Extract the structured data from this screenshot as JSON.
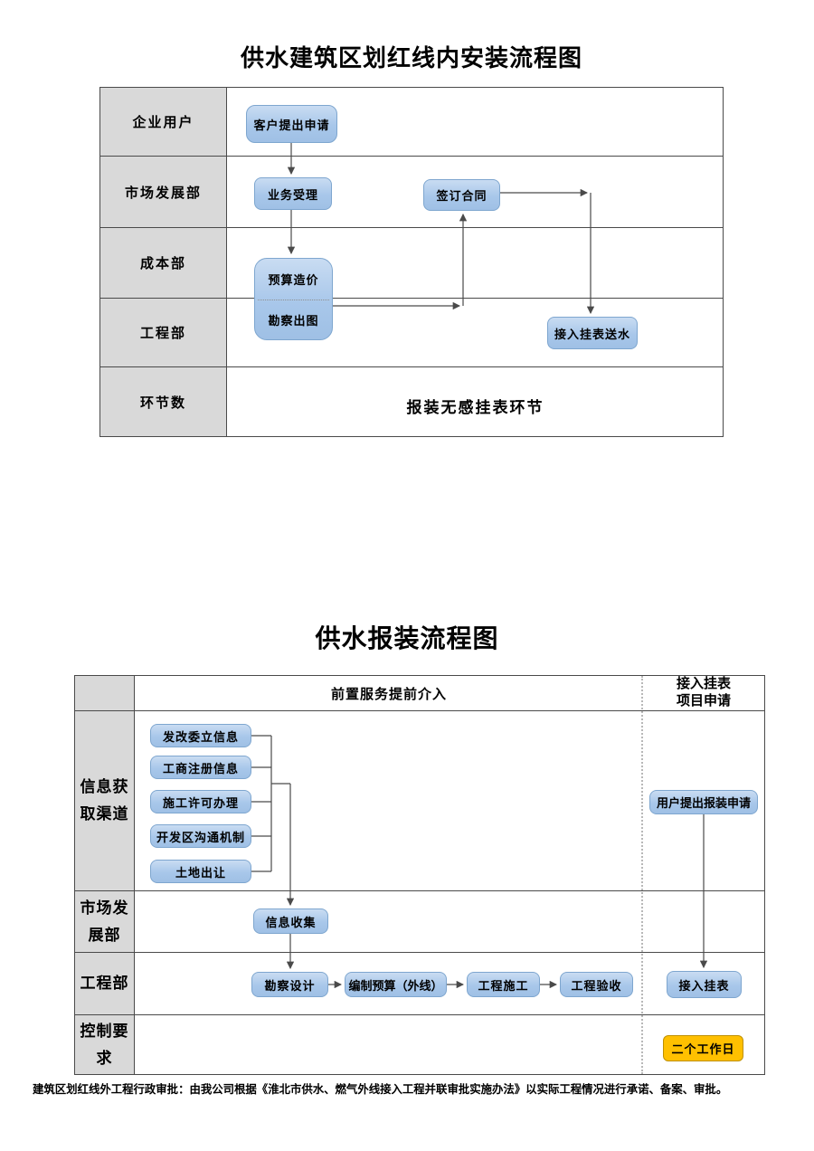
{
  "colors": {
    "node_fill": "#a8c7ea",
    "node_border": "#7ea6cf",
    "lane_label_bg": "#d9d9d9",
    "table_border": "#4a4a4a",
    "highlight_fill": "#ffc000",
    "dashed_divider": "#b8b8b8"
  },
  "chart1": {
    "title": "供水建筑区划红线内安装流程图",
    "lanes": [
      "企业用户",
      "市场发展部",
      "成本部",
      "工程部",
      "环节数"
    ],
    "nodes": {
      "apply": "客户提出申请",
      "accept": "业务受理",
      "contract": "签订合同",
      "budget": "预算造价",
      "survey": "勘察出图",
      "meter_water": "接入挂表送水"
    },
    "lane_note": "报装无感挂表环节"
  },
  "chart2": {
    "title": "供水报装流程图",
    "header": {
      "service": "前置服务提前介入",
      "right": "接入挂表\n项目申请"
    },
    "lanes": [
      "信息获\n取渠道",
      "市场发\n展部",
      "工程部",
      "控制要\n求"
    ],
    "info_nodes": [
      "发改委立信息",
      "工商注册信息",
      "施工许可办理",
      "开发区沟通机制",
      "土地出让"
    ],
    "nodes": {
      "user_apply": "用户提出报装申请",
      "collect": "信息收集",
      "survey_design": "勘察设计",
      "budget_outline": "编制预算（外线）",
      "construction": "工程施工",
      "acceptance": "工程验收",
      "meter": "接入挂表",
      "duration": "二个工作日"
    }
  },
  "footnote": "建筑区划红线外工程行政审批：由我公司根据《淮北市供水、燃气外线接入工程并联审批实施办法》以实际工程情况进行承诺、备案、审批。"
}
